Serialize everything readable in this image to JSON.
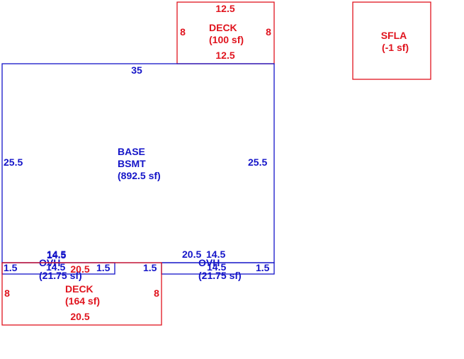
{
  "deck_top": {
    "top": "12.5",
    "bottom": "12.5",
    "left": "8",
    "right": "8",
    "name": "DECK",
    "area": "(100 sf)",
    "color": "#e0141e"
  },
  "sfla": {
    "name": "SFLA",
    "area": "(-1 sf)",
    "color": "#e0141e"
  },
  "base": {
    "top": "35",
    "left": "25.5",
    "right": "25.5",
    "name_line1": "BASE",
    "name_line2": "BSMT",
    "area": "(892.5 sf)",
    "bottom_left": "14.5",
    "bottom_left_2": "14.5",
    "bottom_right_a": "20.5",
    "bottom_right_b": "14.5",
    "color": "#1414c8"
  },
  "ovh_left": {
    "name": "OVH",
    "dim": "14.5",
    "area": "(21.75 sf)",
    "left": "1.5",
    "right": "1.5"
  },
  "ovh_right": {
    "name": "OVH",
    "dim": "14.5",
    "area": "(21.75 sf)",
    "left": "1.5",
    "right": "1.5"
  },
  "deck_bottom": {
    "top": "20.5",
    "bottom": "20.5",
    "left": "8",
    "right": "8",
    "name": "DECK",
    "area": "(164 sf)"
  }
}
